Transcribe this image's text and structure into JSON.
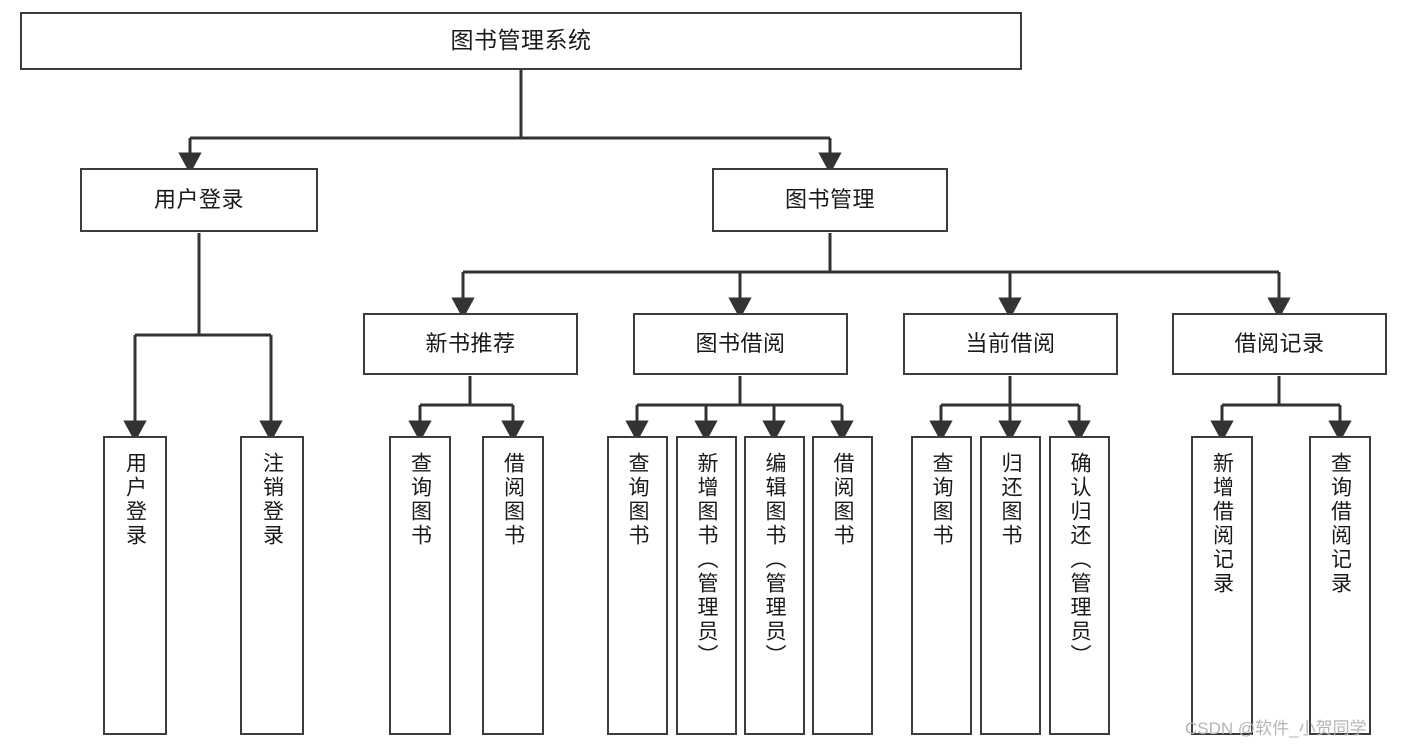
{
  "diagram": {
    "title": "图书管理系统",
    "type": "hierarchy-tree",
    "watermark": "CSDN @软件_小贺同学",
    "colors": {
      "box_border": "#3c3c3c",
      "box_fill": "#ffffff",
      "connector": "#333333",
      "text": "#1a1a1a",
      "watermark": "#b5b5b5",
      "background": "#ffffff"
    },
    "levels": {
      "root": {
        "label": "图书管理系统"
      },
      "level2": [
        {
          "id": "user-login",
          "label": "用户登录"
        },
        {
          "id": "book-management",
          "label": "图书管理"
        }
      ],
      "level3": [
        {
          "id": "new-book-recommend",
          "label": "新书推荐",
          "parent": "book-management"
        },
        {
          "id": "book-borrow",
          "label": "图书借阅",
          "parent": "book-management"
        },
        {
          "id": "current-borrow",
          "label": "当前借阅",
          "parent": "book-management"
        },
        {
          "id": "borrow-record",
          "label": "借阅记录",
          "parent": "book-management"
        }
      ],
      "leaves": {
        "user-login": [
          {
            "id": "leaf-user-login",
            "label": "用户登录"
          },
          {
            "id": "leaf-logout-login",
            "label": "注销登录"
          }
        ],
        "new-book-recommend": [
          {
            "id": "leaf-query-book-1",
            "label": "查询图书"
          },
          {
            "id": "leaf-borrow-book-1",
            "label": "借阅图书"
          }
        ],
        "book-borrow": [
          {
            "id": "leaf-query-book-2",
            "label": "查询图书"
          },
          {
            "id": "leaf-add-book",
            "label": "新增图书（管理员）"
          },
          {
            "id": "leaf-edit-book",
            "label": "编辑图书（管理员）"
          },
          {
            "id": "leaf-borrow-book-2",
            "label": "借阅图书"
          }
        ],
        "current-borrow": [
          {
            "id": "leaf-query-book-3",
            "label": "查询图书"
          },
          {
            "id": "leaf-return-book",
            "label": "归还图书"
          },
          {
            "id": "leaf-confirm-return",
            "label": "确认归还（管理员）"
          }
        ],
        "borrow-record": [
          {
            "id": "leaf-add-record",
            "label": "新增借阅记录"
          },
          {
            "id": "leaf-query-record",
            "label": "查询借阅记录"
          }
        ]
      }
    }
  }
}
